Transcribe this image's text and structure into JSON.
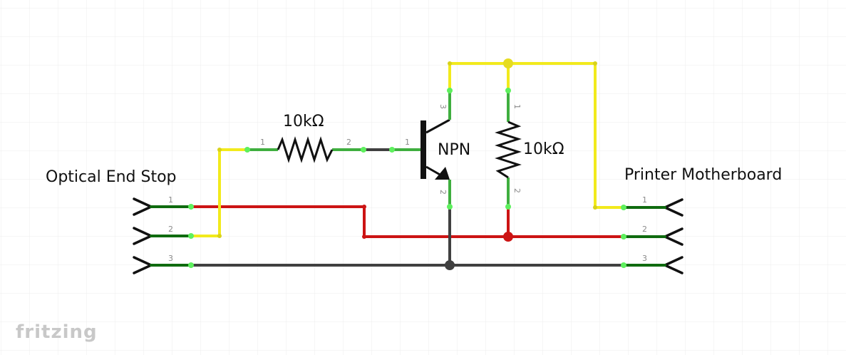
{
  "labels": {
    "left_connector": "Optical End Stop",
    "right_connector": "Printer Motherboard",
    "resistor_series": "10kΩ",
    "resistor_pullup": "10kΩ",
    "transistor": "NPN",
    "logo": "fritzing"
  },
  "pins": {
    "left": [
      "1",
      "2",
      "3"
    ],
    "right": [
      "1",
      "2",
      "3"
    ],
    "r1": [
      "1",
      "2"
    ],
    "q_base": "1",
    "q_collector": "3",
    "q_emitter": "2",
    "r2": [
      "1",
      "2"
    ]
  },
  "colors": {
    "wire_yellow": "#f2ea1c",
    "wire_red": "#cc1414",
    "wire_dark": "#404040",
    "pin_green": "#3fae3f",
    "pin_glow": "#5ef05e",
    "grid": "#ececec",
    "logo": "#c8c8c8"
  }
}
